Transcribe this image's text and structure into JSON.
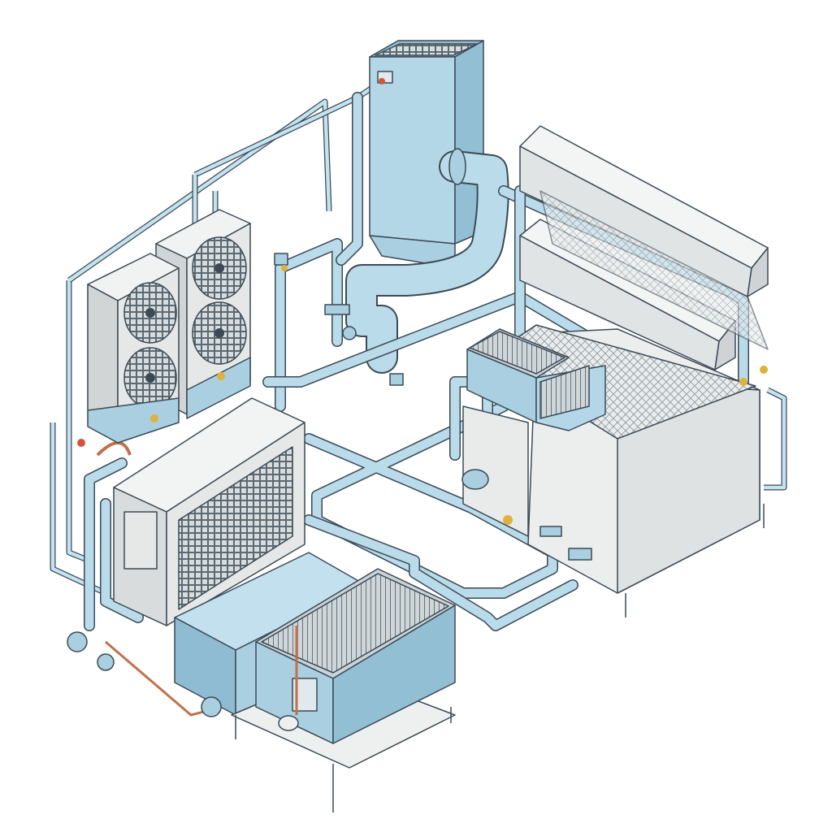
{
  "diagram": {
    "components": [
      {
        "id": "condenser-unit-left",
        "icon": "fan-icon"
      },
      {
        "id": "condenser-unit-right",
        "icon": "fan-icon"
      },
      {
        "id": "vertical-air-handler"
      },
      {
        "id": "coil-cabinet"
      },
      {
        "id": "chiller-base-unit"
      },
      {
        "id": "finned-heat-exchanger"
      },
      {
        "id": "conveyor-hood-upper"
      },
      {
        "id": "conveyor-hood-lower"
      },
      {
        "id": "conveyor-cabinet"
      },
      {
        "id": "pump-assembly"
      },
      {
        "id": "compact-heat-exchanger"
      }
    ]
  },
  "colors": {
    "pipe": "#b9dbea",
    "equipment_blue": "#a9d0e3",
    "equipment_gray": "#e4e6e6",
    "outline": "#3b4a55",
    "copper": "#c0704a",
    "background": "#ffffff"
  }
}
